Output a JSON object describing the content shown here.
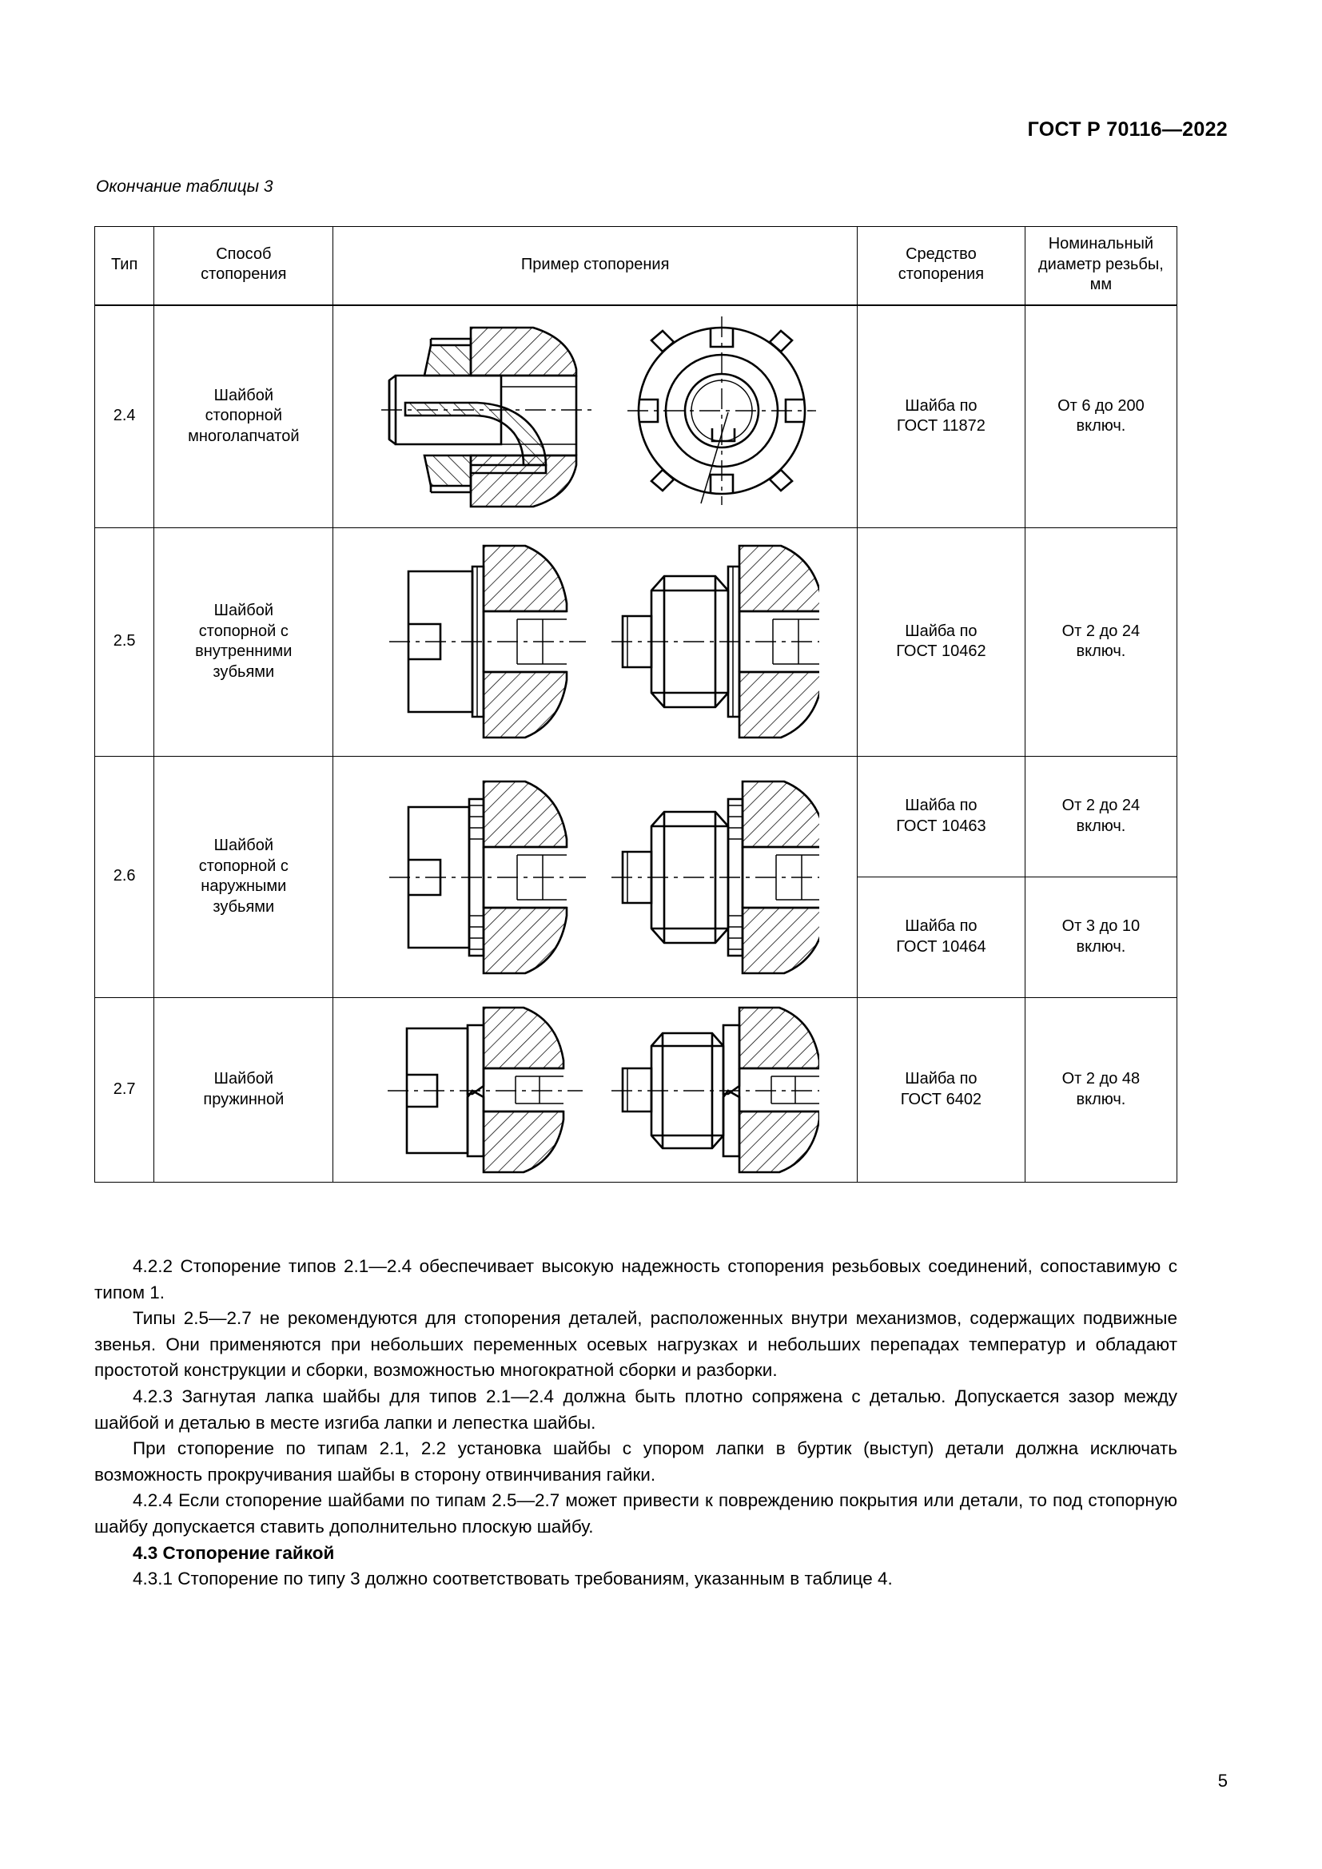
{
  "header": {
    "standard_id": "ГОСТ Р 70116—2022"
  },
  "table": {
    "caption": "Окончание таблицы 3",
    "columns": [
      {
        "key": "type",
        "label": "Тип"
      },
      {
        "key": "method",
        "label": "Способ\nстопорения"
      },
      {
        "key": "example",
        "label": "Пример стопорения"
      },
      {
        "key": "means",
        "label": "Средство\nстопорения"
      },
      {
        "key": "diameter",
        "label": "Номинальный\nдиаметр резьбы,\nмм"
      }
    ],
    "header_cells": {
      "type": "Тип",
      "method_l1": "Способ",
      "method_l2": "стопорения",
      "example": "Пример стопорения",
      "means_l1": "Средство",
      "means_l2": "стопорения",
      "diam_l1": "Номинальный",
      "diam_l2": "диаметр резьбы,",
      "diam_l3": "мм"
    },
    "rows": [
      {
        "type": "2.4",
        "method_l1": "Шайбой",
        "method_l2": "стопорной",
        "method_l3": "многолапчатой",
        "drawing": "tab-washer-section-and-front-view",
        "means_l1": "Шайба по",
        "means_l2": "ГОСТ 11872",
        "diam_l1": "От 6 до 200",
        "diam_l2": "включ."
      },
      {
        "type": "2.5",
        "method_l1": "Шайбой",
        "method_l2": "стопорной с",
        "method_l3": "внутренними",
        "method_l4": "зубьями",
        "drawing": "slotted-screw-and-hex-bolt-with-washer",
        "means_l1": "Шайба по",
        "means_l2": "ГОСТ 10462",
        "diam_l1": "От 2 до 24",
        "diam_l2": "включ."
      },
      {
        "type": "2.6",
        "method_l1": "Шайбой",
        "method_l2": "стопорной с",
        "method_l3": "наружными",
        "method_l4": "зубьями",
        "drawing": "slotted-screw-and-hex-bolt-with-toothed-washer",
        "sub_rows": [
          {
            "means_l1": "Шайба по",
            "means_l2": "ГОСТ 10463",
            "diam_l1": "От 2 до 24",
            "diam_l2": "включ."
          },
          {
            "means_l1": "Шайба по",
            "means_l2": "ГОСТ 10464",
            "diam_l1": "От 3 до 10",
            "diam_l2": "включ."
          }
        ]
      },
      {
        "type": "2.7",
        "method_l1": "Шайбой",
        "method_l2": "пружинной",
        "drawing": "slotted-screw-and-hex-bolt-with-spring-washer",
        "means_l1": "Шайба по",
        "means_l2": "ГОСТ 6402",
        "diam_l1": "От 2 до 48",
        "diam_l2": "включ."
      }
    ]
  },
  "body": {
    "p_422": "4.2.2  Стопорение типов 2.1—2.4 обеспечивает высокую надежность стопорения резьбовых соединений, сопоставимую с типом 1.",
    "p_types": "Типы 2.5—2.7 не рекомендуются для стопорения деталей, расположенных внутри механизмов, содержащих подвижные звенья. Они применяются при небольших переменных осевых нагрузках и небольших перепадах температур и обладают простотой конструкции и сборки, возможностью многократной сборки и разборки.",
    "p_423": "4.2.3  Загнутая лапка шайбы для типов 2.1—2.4 должна быть плотно сопряжена с деталью. Допускается зазор между шайбой и деталью в месте изгиба лапки и лепестка шайбы.",
    "p_pri": "При стопорение по типам 2.1, 2.2 установка шайбы с упором лапки в буртик (выступ) детали должна исключать возможность прокручивания шайбы в сторону отвинчивания гайки.",
    "p_424": "4.2.4  Если стопорение шайбами по типам 2.5—2.7 может привести к повреждению покрытия или детали, то под стопорную шайбу допускается ставить дополнительно плоскую шайбу.",
    "section_43_heading": "4.3  Стопорение гайкой",
    "p_431": "4.3.1  Стопорение по типу 3 должно соответствовать требованиям, указанным в таблице 4."
  },
  "footer": {
    "page_number": "5"
  },
  "colors": {
    "text": "#000000",
    "background": "#ffffff",
    "rule": "#000000"
  }
}
